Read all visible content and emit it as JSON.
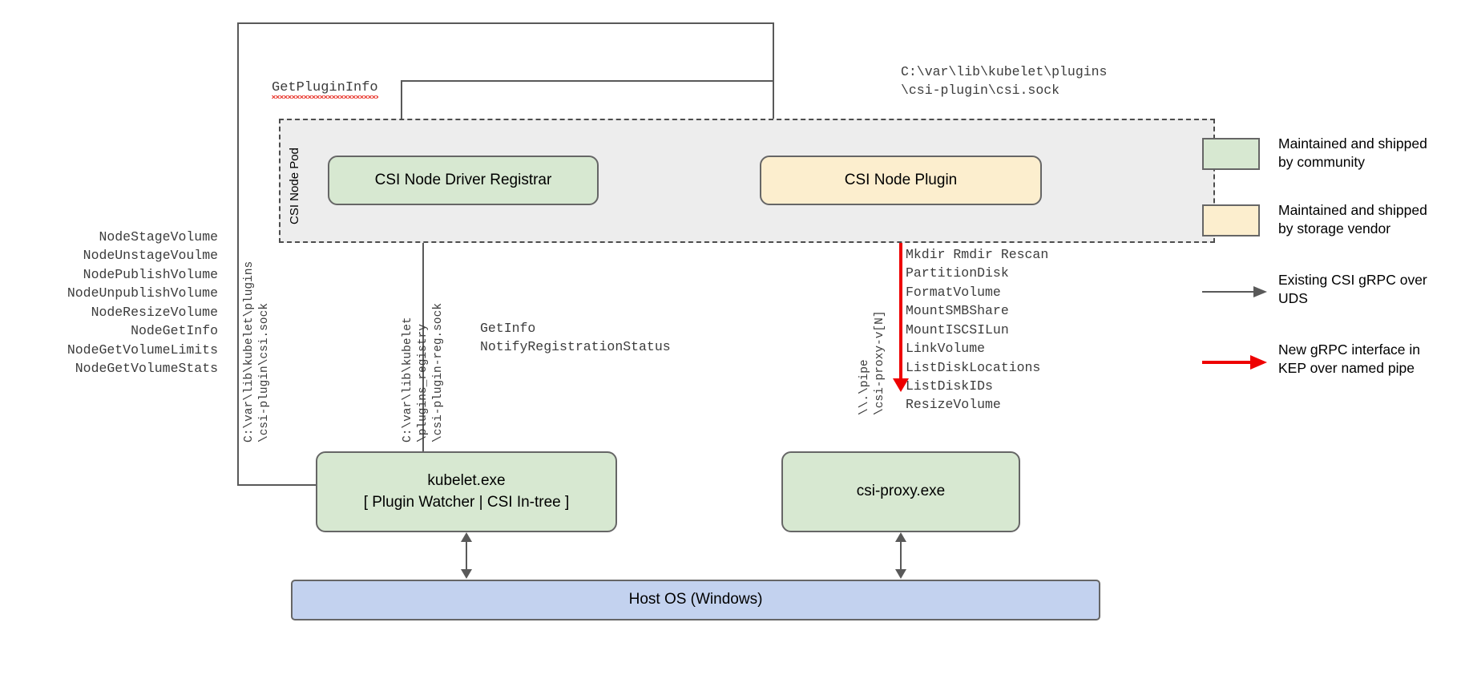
{
  "diagram": {
    "pod": {
      "label": "CSI Node Pod"
    },
    "boxes": {
      "registrar": {
        "label": "CSI Node Driver Registrar"
      },
      "node_plugin": {
        "label": "CSI Node Plugin"
      },
      "kubelet": {
        "line1": "kubelet.exe",
        "line2": "[ Plugin Watcher | CSI In-tree ]"
      },
      "csi_proxy": {
        "label": "csi-proxy.exe"
      },
      "host_os": {
        "label": "Host OS (Windows)"
      }
    },
    "labels": {
      "get_plugin_info": "GetPluginInfo",
      "csi_sock_path_top": "C:\\var\\lib\\kubelet\\plugins\n\\csi-plugin\\csi.sock",
      "registration_calls": "GetInfo\nNotifyRegistrationStatus",
      "node_rpcs": "NodeStageVolume\nNodeUnstageVoulme\nNodePublishVolume\nNodeUnpublishVolume\nNodeResizeVolume\nNodeGetInfo\nNodeGetVolumeLimits\nNodeGetVolumeStats",
      "proxy_rpcs": "Mkdir Rmdir Rescan\nPartitionDisk\nFormatVolume\nMountSMBShare\nMountISCSILun\nLinkVolume\nListDiskLocations\nListDiskIDs\nResizeVolume",
      "vertical_csi_sock": "C:\\var\\lib\\kubelet\\plugins\n\\csi-plugin\\csi.sock",
      "vertical_registry_sock": "C:\\var\\lib\\kubelet\n\\plugins_registry\n\\csi-plugin-reg.sock",
      "vertical_named_pipe": "\\\\.\\pipe\n\\csi-proxy-v[N]"
    },
    "legend": {
      "items": [
        {
          "type": "swatch",
          "color": "#d7e8d1",
          "text": "Maintained and shipped by community"
        },
        {
          "type": "swatch",
          "color": "#fceece",
          "text": "Maintained and shipped by storage vendor"
        },
        {
          "type": "arrow",
          "color": "#595959",
          "text": "Existing CSI gRPC over UDS"
        },
        {
          "type": "arrow",
          "color": "#ee0000",
          "text": "New gRPC interface in KEP over named pipe"
        }
      ]
    },
    "colors": {
      "community_green": "#d7e8d1",
      "vendor_yellow": "#fceece",
      "host_blue": "#c3d2ef",
      "pod_grey": "#ededed",
      "line_grey": "#595959",
      "new_grpc_red": "#ee0000"
    }
  }
}
